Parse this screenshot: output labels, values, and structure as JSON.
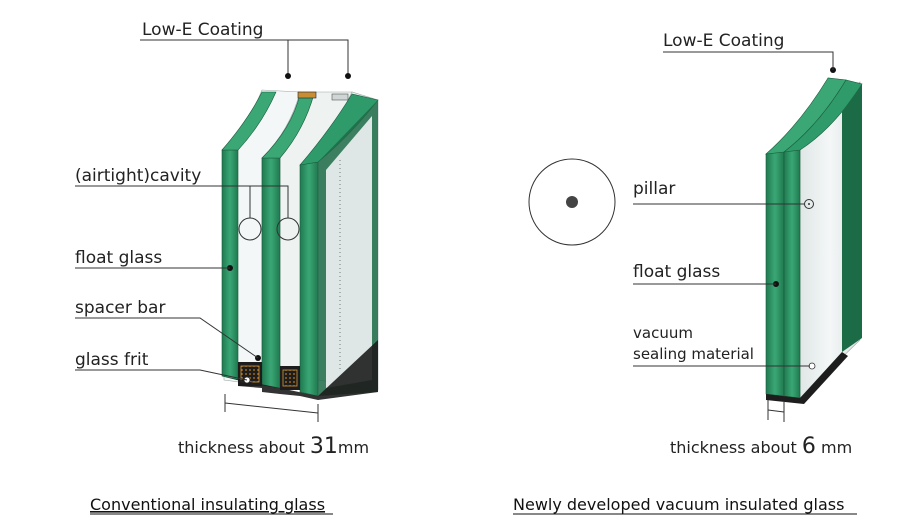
{
  "left_diagram": {
    "low_e_label": "Low-E Coating",
    "cavity_label": "(airtight)cavity",
    "float_glass_label": "float glass",
    "spacer_label": "spacer bar",
    "frit_label": "glass frit",
    "thickness_prefix": "thickness about ",
    "thickness_value": "31",
    "thickness_unit": "mm",
    "caption": "Conventional insulating glass"
  },
  "right_diagram": {
    "low_e_label": "Low-E Coating",
    "pillar_label": "pillar",
    "float_glass_label": "float glass",
    "sealing_label_line1": "vacuum",
    "sealing_label_line2": "sealing material",
    "thickness_prefix": "thickness about ",
    "thickness_value": "6",
    "thickness_unit": " mm",
    "caption": "Newly developed vacuum insulated glass"
  },
  "colors": {
    "glass_edge": "#2f9a6a",
    "glass_edge_dark": "#1f6e4a",
    "glass_face": "#e9efee",
    "glass_face_light": "#f6f8f8",
    "spacer": "#1d1d1d",
    "desiccant": "#d49a3c",
    "leader": "#333333"
  }
}
